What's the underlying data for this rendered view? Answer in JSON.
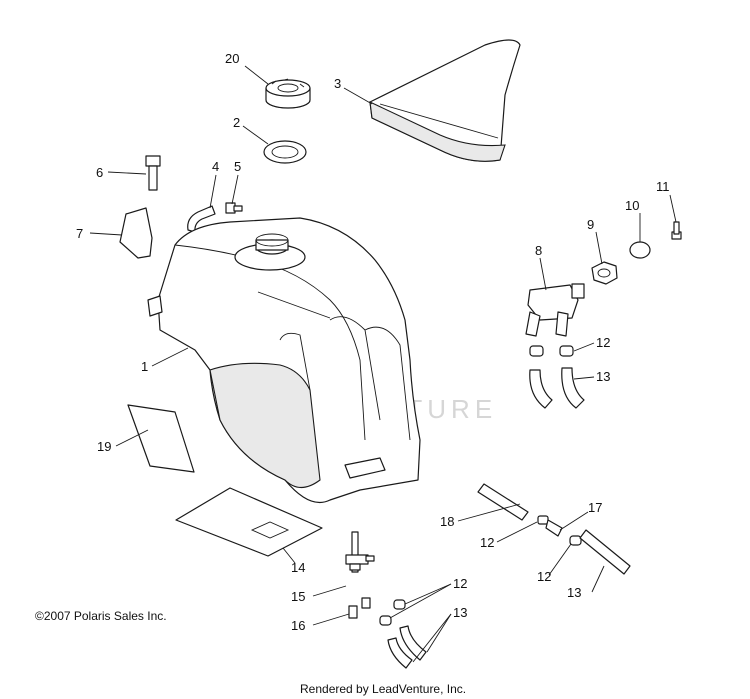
{
  "copyright": "©2007 Polaris Sales Inc.",
  "footer": "Rendered by LeadVenture, Inc.",
  "watermark": "LEADVENTURE",
  "callouts": [
    "20",
    "3",
    "2",
    "6",
    "4",
    "5",
    "7",
    "8",
    "9",
    "10",
    "11",
    "12",
    "13",
    "1",
    "19",
    "14",
    "15",
    "16",
    "12",
    "13",
    "18",
    "17",
    "12",
    "12",
    "13"
  ]
}
